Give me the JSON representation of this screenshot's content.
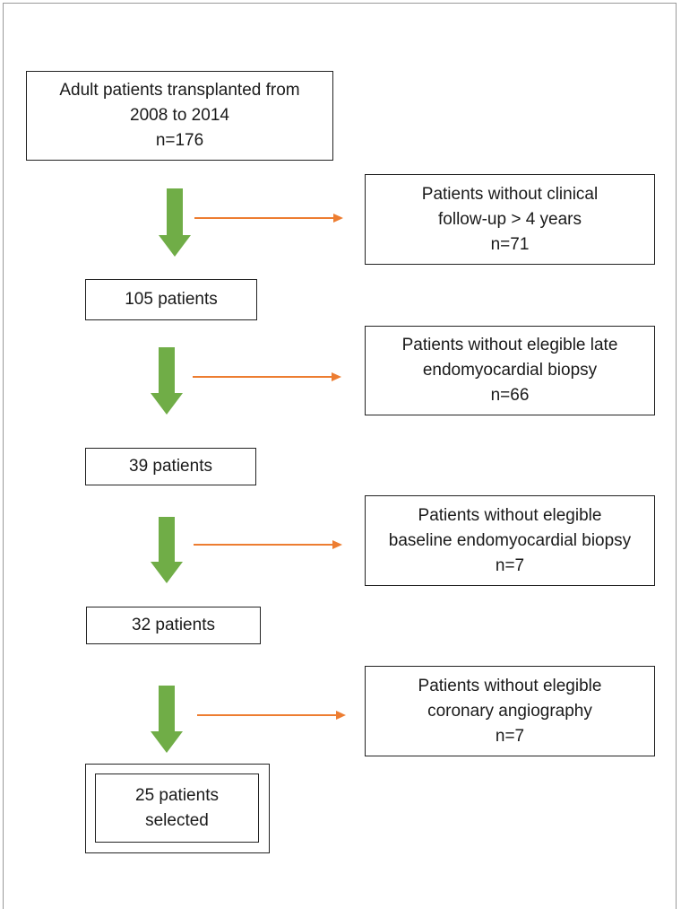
{
  "main_boxes": [
    {
      "lines": [
        "Adult patients transplanted from",
        "2008  to 2014",
        "n=176"
      ]
    },
    {
      "lines": [
        "105  patients"
      ]
    },
    {
      "lines": [
        "39 patients"
      ]
    },
    {
      "lines": [
        "32 patients"
      ]
    },
    {
      "lines": [
        "25 patients",
        "selected"
      ]
    }
  ],
  "exclusion_boxes": [
    {
      "lines": [
        "Patients without clinical",
        "follow-up > 4 years",
        "n=71"
      ]
    },
    {
      "lines": [
        "Patients without elegible late",
        "endomyocardial biopsy",
        "n=66"
      ]
    },
    {
      "lines": [
        "Patients without elegible",
        "baseline endomyocardial biopsy",
        "n=7"
      ]
    },
    {
      "lines": [
        "Patients without elegible",
        "coronary angiography",
        "n=7"
      ]
    }
  ],
  "colors": {
    "down_arrow": "#70ad47",
    "exclusion_arrow": "#ed7d31",
    "box_border": "#222222"
  }
}
